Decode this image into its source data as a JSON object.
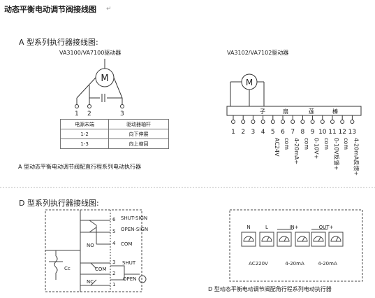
{
  "page_title": "动态平衡电动调节阀接线图",
  "title_mark": "↵",
  "section_a": {
    "heading": "A  型系列执行器接线图:",
    "left_model": "VA3100/VA7100驱动器",
    "right_model": "VA3102/VA7102驱动器",
    "motor_label": "M",
    "left_terminals": [
      "1",
      "2",
      "3"
    ],
    "table": {
      "header": [
        "电源末端",
        "驱动器轴杆"
      ],
      "rows": [
        [
          "1-2",
          "向下伸展"
        ],
        [
          "1-3",
          "向上缩回"
        ]
      ]
    },
    "strip_labels": [
      "子",
      "扇",
      "莲",
      "榛"
    ],
    "right_terminals": [
      "1",
      "2",
      "3",
      "4",
      "5",
      "6",
      "7",
      "8",
      "9",
      "10",
      "11",
      "12",
      "13"
    ],
    "right_signals": [
      "AC24V",
      "com",
      "4-20mA+",
      "com",
      "0-10V+",
      "com",
      "0-10V反馈+",
      "com",
      "4-20mA反馈+"
    ],
    "caption": "A 型动态平衡电动调节阀配直行程系列电动执行器"
  },
  "section_d": {
    "heading": "D  型系列执行器接线图:",
    "labels": {
      "shut_sign": "SHUT-SIGN",
      "open_sign": "OPEN-SIGN",
      "com_top": "COM",
      "nc_top": "NO",
      "shut": "SHUT",
      "com_mid": "COM",
      "cc": "Cc",
      "nc_bottom": "NC",
      "open": "OPEN"
    },
    "side_numbers": [
      "6",
      "5",
      "4",
      "3",
      "2",
      "1"
    ],
    "module_labels": [
      "N",
      "L",
      "IN+",
      "OUT+"
    ],
    "power_labels": [
      "AC220V",
      "4-20mA",
      "4-20mA"
    ],
    "caption": "D 型动态平衡电动调节阀配角行程系列电动执行器"
  }
}
